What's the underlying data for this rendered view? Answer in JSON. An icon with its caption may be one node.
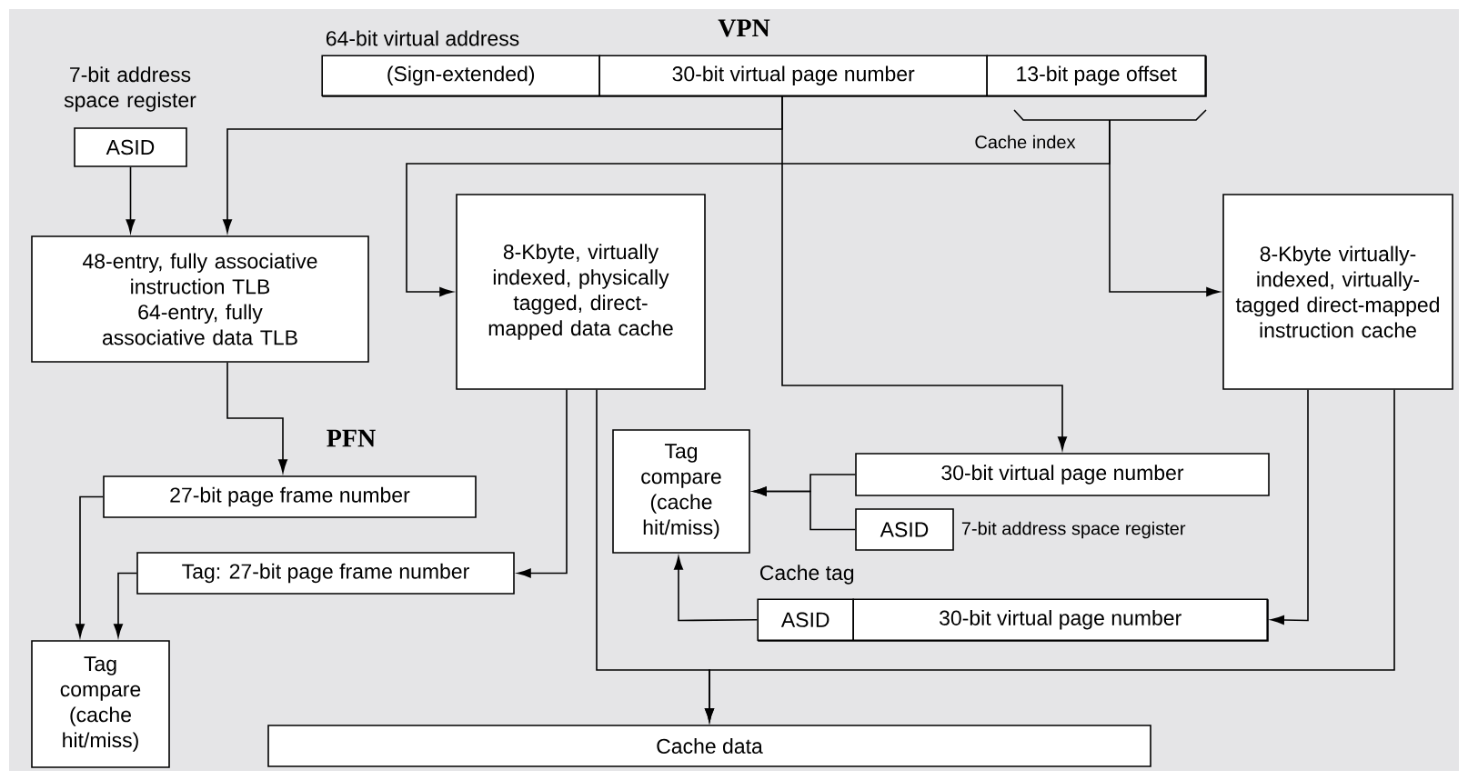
{
  "diagram": {
    "nodes": [
      {
        "text": [
          "64-bit virtual address"
        ]
      },
      {
        "text": [
          "(Sign-extended)"
        ],
        "in": 0
      },
      {
        "text": [
          "30-bit virtual page number"
        ],
        "in": 0,
        "beside": [
          "VPN"
        ]
      },
      {
        "text": [
          "13-bit page offset"
        ],
        "in": 0
      },
      {
        "text": [
          "7-bit address space register",
          "ASID"
        ]
      },
      {
        "text": [
          "48-entry, fully associative instruction TLB",
          "64-entry, fully associative data TLB"
        ]
      },
      {
        "text": [
          "8-Kbyte, virtually indexed, physically tagged, direct-mapped data cache"
        ]
      },
      {
        "text": [
          "8-Kbyte virtually-indexed, virtually-tagged direct-mapped instruction cache"
        ]
      },
      {
        "text": [
          "27-bit page frame number"
        ],
        "beside": [
          "PFN"
        ]
      },
      {
        "text": [
          "Tag compare (cache hit/miss)"
        ]
      },
      {
        "text": [
          "30-bit virtual page number"
        ]
      },
      {
        "text": [
          "ASID"
        ],
        "beside": [
          "7-bit address space register"
        ]
      },
      {
        "text": [
          "Tag: 27-bit page frame number"
        ]
      },
      {
        "text": [
          "Cache tag"
        ]
      },
      {
        "text": [
          "ASID"
        ],
        "in": 13
      },
      {
        "text": [
          "30-bit virtual page number"
        ],
        "in": 13
      },
      {
        "text": [
          "Tag compare (cache hit/miss)"
        ]
      },
      {
        "text": [
          "Cache data"
        ]
      }
    ],
    "edges": [
      {
        "from": 4,
        "to": 5,
        "arrow": "to"
      },
      {
        "from": 2,
        "to": 5,
        "arrow": "to"
      },
      {
        "from": 3,
        "to": 6,
        "arrow": "to"
      },
      {
        "from": 3,
        "to": 7,
        "arrow": "to"
      },
      {
        "from": 2,
        "to": 10,
        "arrow": "to"
      },
      {
        "from": 5,
        "to": 8,
        "arrow": "to"
      },
      {
        "from": 6,
        "to": 12,
        "arrow": "to"
      },
      {
        "from": 6,
        "to": 17,
        "arrow": "to"
      },
      {
        "from": 7,
        "to": 17,
        "arrow": "to"
      },
      {
        "from": 7,
        "to": 15,
        "arrow": "to"
      },
      {
        "from": 10,
        "to": 9,
        "arrow": "to"
      },
      {
        "from": 11,
        "to": 9,
        "arrow": "to"
      },
      {
        "from": 14,
        "to": 9,
        "arrow": "to"
      },
      {
        "from": 8,
        "to": 16,
        "arrow": "to"
      },
      {
        "from": 12,
        "to": 16,
        "arrow": "to"
      }
    ],
    "labels": [
      "Cache index"
    ]
  }
}
